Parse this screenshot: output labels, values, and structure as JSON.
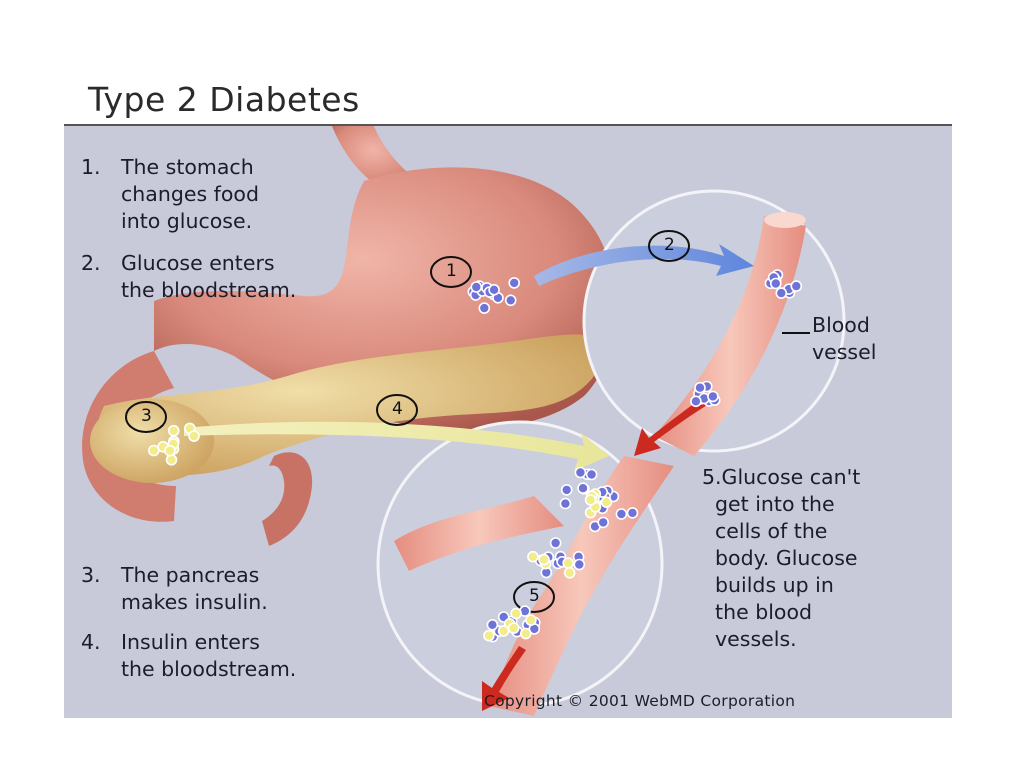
{
  "title": "Type 2 Diabetes",
  "steps": {
    "step1_num": "1.",
    "step1_text": "The stomach\nchanges food\ninto glucose.",
    "step2_num": "2.",
    "step2_text": "Glucose enters\nthe bloodstream.",
    "step3_num": "3.",
    "step3_text": "The pancreas\nmakes insulin.",
    "step4_num": "4.",
    "step4_text": "Insulin enters\nthe bloodstream.",
    "step5_text": "5.Glucose can't\n  get into the\n  cells of the\n  body. Glucose\n  builds up in\n  the blood\n  vessels."
  },
  "callouts": [
    "1",
    "2",
    "3",
    "4",
    "5"
  ],
  "labels": {
    "blood_vessel": "Blood\nvessel"
  },
  "copyright": "Copyright © 2001 WebMD Corporation",
  "colors": {
    "background": "#c8cad9",
    "stomach": "#d98a7c",
    "pancreas": "#e2c88c",
    "vessel": "#f0b5a5",
    "glucose_dot": "#6f73d8",
    "insulin_dot": "#f2ec8a",
    "blue_arrow": "#6a92e0",
    "yellow_arrow": "#f4f0b0",
    "red_arrow": "#cc2a1e"
  }
}
